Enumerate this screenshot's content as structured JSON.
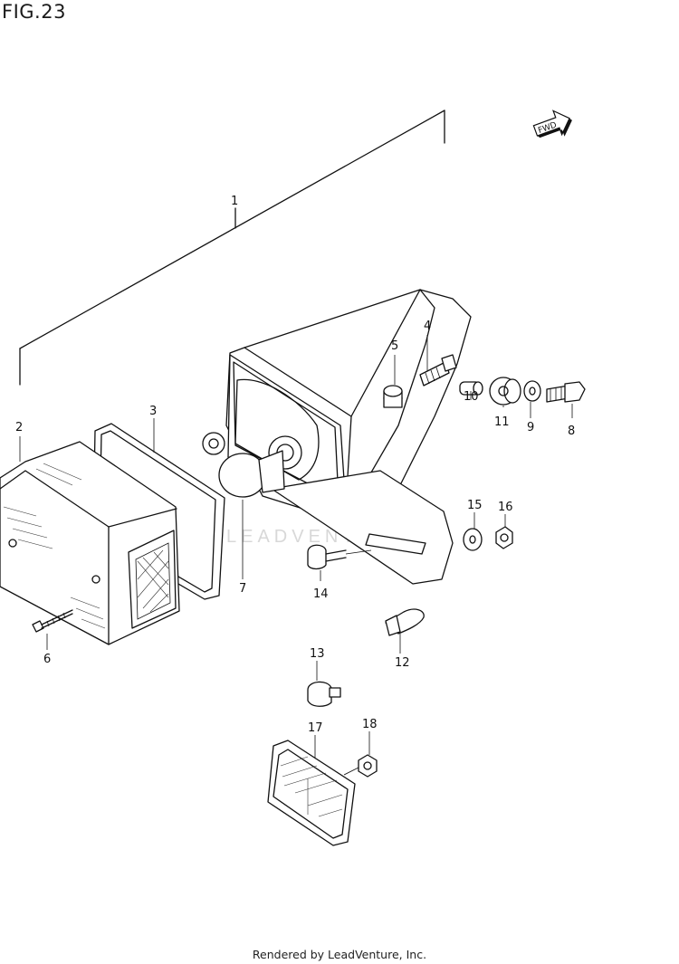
{
  "figure": {
    "title": "FIG.23"
  },
  "watermark": "LEADVENTURE",
  "direction_badge": {
    "label": "FWD",
    "icon": "forward-arrow-icon"
  },
  "callouts": {
    "c1": "1",
    "c2": "2",
    "c3": "3",
    "c4": "4",
    "c5": "5",
    "c6": "6",
    "c7": "7",
    "c8": "8",
    "c9": "9",
    "c10": "10",
    "c11": "11",
    "c12": "12",
    "c13": "13",
    "c14": "14",
    "c15": "15",
    "c16": "16",
    "c17": "17",
    "c18": "18"
  },
  "footer": {
    "credit": "Rendered by LeadVenture, Inc."
  }
}
